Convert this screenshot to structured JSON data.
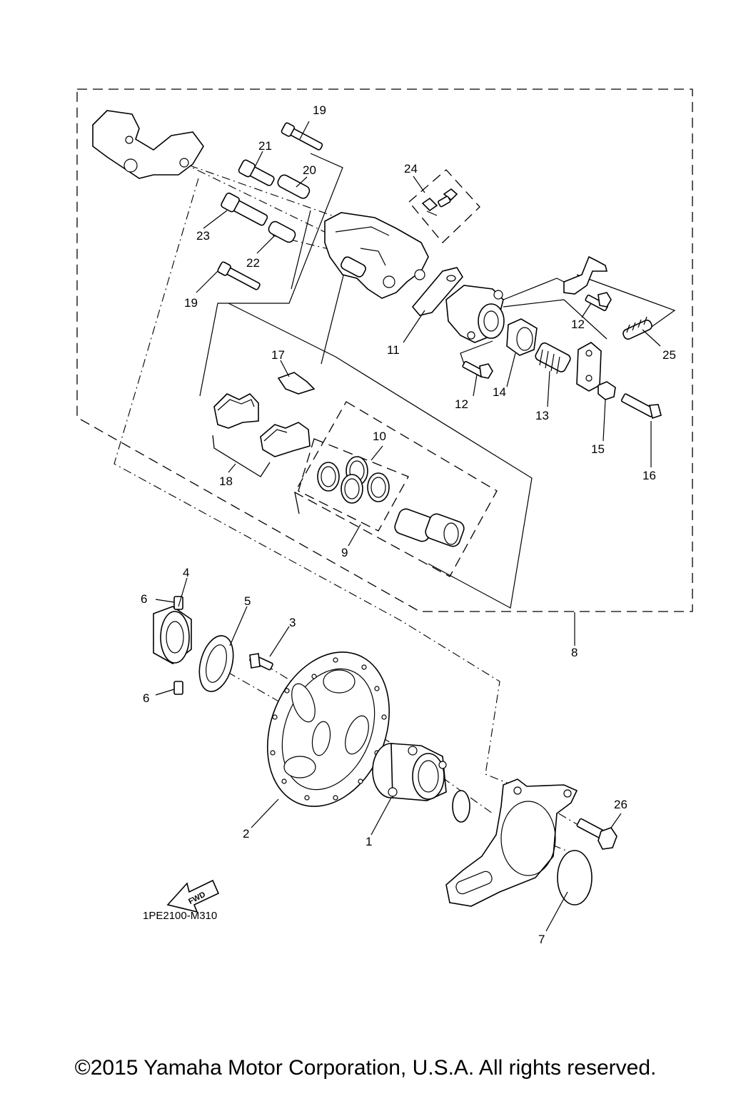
{
  "diagram": {
    "labels": {
      "p1": "1",
      "p2": "2",
      "p3": "3",
      "p4": "4",
      "p5": "5",
      "p6a": "6",
      "p6b": "6",
      "p7": "7",
      "p8": "8",
      "p9": "9",
      "p10": "10",
      "p11": "11",
      "p12a": "12",
      "p12b": "12",
      "p13": "13",
      "p14": "14",
      "p15": "15",
      "p16": "16",
      "p17": "17",
      "p18": "18",
      "p19a": "19",
      "p19b": "19",
      "p20": "20",
      "p21": "21",
      "p22": "22",
      "p23": "23",
      "p24": "24",
      "p25": "25",
      "p26": "26"
    },
    "fwd_label": "FWD",
    "drawing_code": "1PE2100-M310"
  },
  "footer": {
    "copyright": "©2015 Yamaha Motor Corporation, U.S.A. All rights reserved."
  }
}
